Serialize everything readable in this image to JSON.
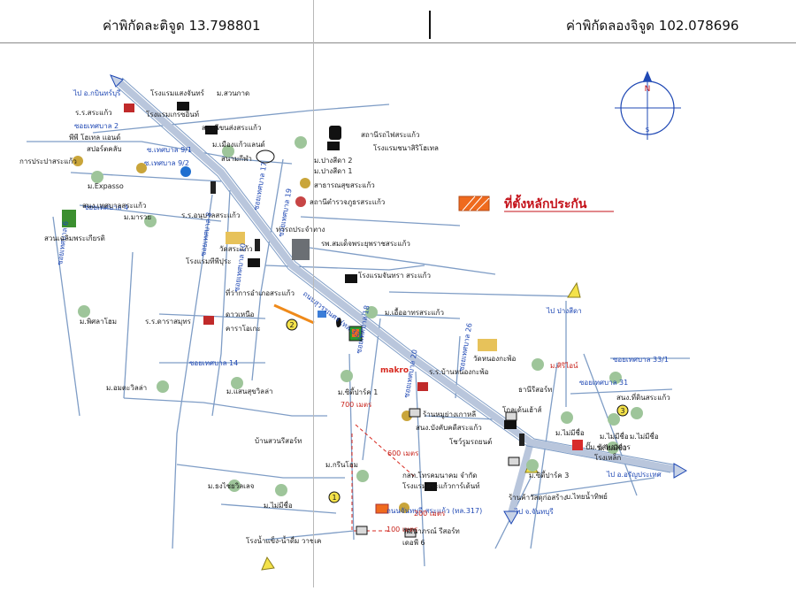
{
  "header": {
    "latitude_label": "ค่าพิกัดละติจูด 13.798801",
    "longitude_label": "ค่าพิกัดลองจิจูด 102.078696"
  },
  "legend": {
    "site_label": "ที่ตั้งหลักประกัน",
    "site_color": "#ef6a1e"
  },
  "colors": {
    "main_road": "#b9c6dc",
    "minor_road": "#7f9dc6",
    "route_red": "#d7281f"
  },
  "compass": {
    "north": "N",
    "south": "S"
  },
  "roads": {
    "main_road_1": "ถนนสุวรรณศร (ทล.33)",
    "main_road_2": "ถนนจันทบุรี-สระแก้ว (ทล.317)",
    "soi_2": "ซอยเทศบาล 2",
    "soi_4": "ซอยเทศบาล 4",
    "soi_6": "ซอยเทศบาล 6",
    "soi_8": "ซอยเทศบาล 8",
    "soi_9_1": "ซ.เทศบาล 9/1",
    "soi_9_2": "ซ.เทศบาล 9/2",
    "soi_10": "ซอยเทศบาล 10",
    "soi_14": "ซอยเทศบาล 14",
    "soi_17": "ซอยเทศบาล 17",
    "soi_18": "ซอยเทศบาล 18",
    "soi_19": "ซอยเทศบาล 19",
    "soi_20": "ซอยเทศบาล 20",
    "soi_26": "ซอยเทศบาล 26",
    "soi_31": "ซอยเทศบาล 31",
    "soi_33_1": "ซอยเทศบาล 33/1"
  },
  "directions": {
    "to_prachinburi": "ไป อ.กบินทร์บุรี",
    "to_pangsida": "ไป ปางสีดา",
    "to_aranyaprathet": "ไป อ.อรัญประเทศ",
    "to_chanthaburi": "ไป จ.จันทบุรี"
  },
  "distances": {
    "d700": "700 เมตร",
    "d600": "600 เมตร",
    "d200": "200 เมตร",
    "d100": "100 เมตร"
  },
  "markers": [
    "1",
    "2",
    "3"
  ],
  "places": [
    "โรงแรมแสงจันทร์",
    "ม.สวนกาด",
    "ร.ร.สระแก้ว",
    "พีพี โฮเทล แอนด์",
    "สปอร์ตคลับ",
    "โรงแรมเกรซอินท์",
    "สถานีขนส่งสระแก้ว",
    "ม.เมืองแก้วแลนด์",
    "การประปาสระแก้ว",
    "สนามกีฬา",
    "ม.Expasso",
    "สนง.เทศบาลสระแก้ว",
    "ม.มารวย",
    "ร.ร.อนุบาลสระแก้ว",
    "สวนเฉลิมพระเกียรติ",
    "วัดสระแก้ว",
    "โรงแรมทีพีปุระ",
    "ท่ารถประจำทาง",
    "รพ.สมเด็จพระยุพราชสระแก้ว",
    "สถานีรถไฟสระแก้ว",
    "โรงแรมชนาสิริโฮเทล",
    "ม.ปางสีดา 2",
    "ม.ปางสีดา 1",
    "สาธารณสุขสระแก้ว",
    "สถานีตำรวจภูธรสระแก้ว",
    "โรงแรมจันทรา สระแก้ว",
    "ที่ว่าการอำเภอสระแก้ว",
    "ดาวเหนือ",
    "คาราโอเกะ",
    "ม.พิศลาโฮม",
    "ร.ร.ดาราสมุทร",
    "ม.เอื้ออาทรสระแก้ว",
    "ม.อมตะวิลล่า",
    "ม.แสนสุขวิลล่า",
    "บ้านสวนรีสอร์ท",
    "ม.ธงไชยวิลเลจ",
    "ม.ไม่มีชื่อ",
    "ม.กรีนโฮม",
    "โรงน้ำแข็ง-น้ำดื่ม วาชเค",
    "ม.ซิตี้ปาร์ค 1",
    "ร้านหมูย่างเกาหลี",
    "สนง.บังคับคดีสระแก้ว",
    "โชว์รูมรถยนต์",
    "กสท.โทรคมนาคม จำกัด",
    "โรงแรมสระแก้วการ์เด้นท์",
    "ม.ซิตี้ปาร์ค 3",
    "ร้านค้าวัสดุก่อสร้าง",
    "วัฒนาภรณ์ รีสอร์ท",
    "เดอพี 6",
    "ร.ร.บ้านหนองกะพ้อ",
    "วัดหนองกะพ้อ",
    "ม.ศิริไอน์",
    "ธานีรีสอร์ท",
    "โกลเด้นเฮ้าส์",
    "ม.ไม่มีชื่อ",
    "ม.ไม่มีชื่อ",
    "ม.ไม่มีชื่อ",
    "ม.ไม่มีชื่อ",
    "ปั๊ม.ซัสทองการ",
    "โรงเหล็ก",
    "บ.ไทยน้ำทิพย์",
    "สนง.ที่ดินสระแก้ว",
    "makro"
  ]
}
